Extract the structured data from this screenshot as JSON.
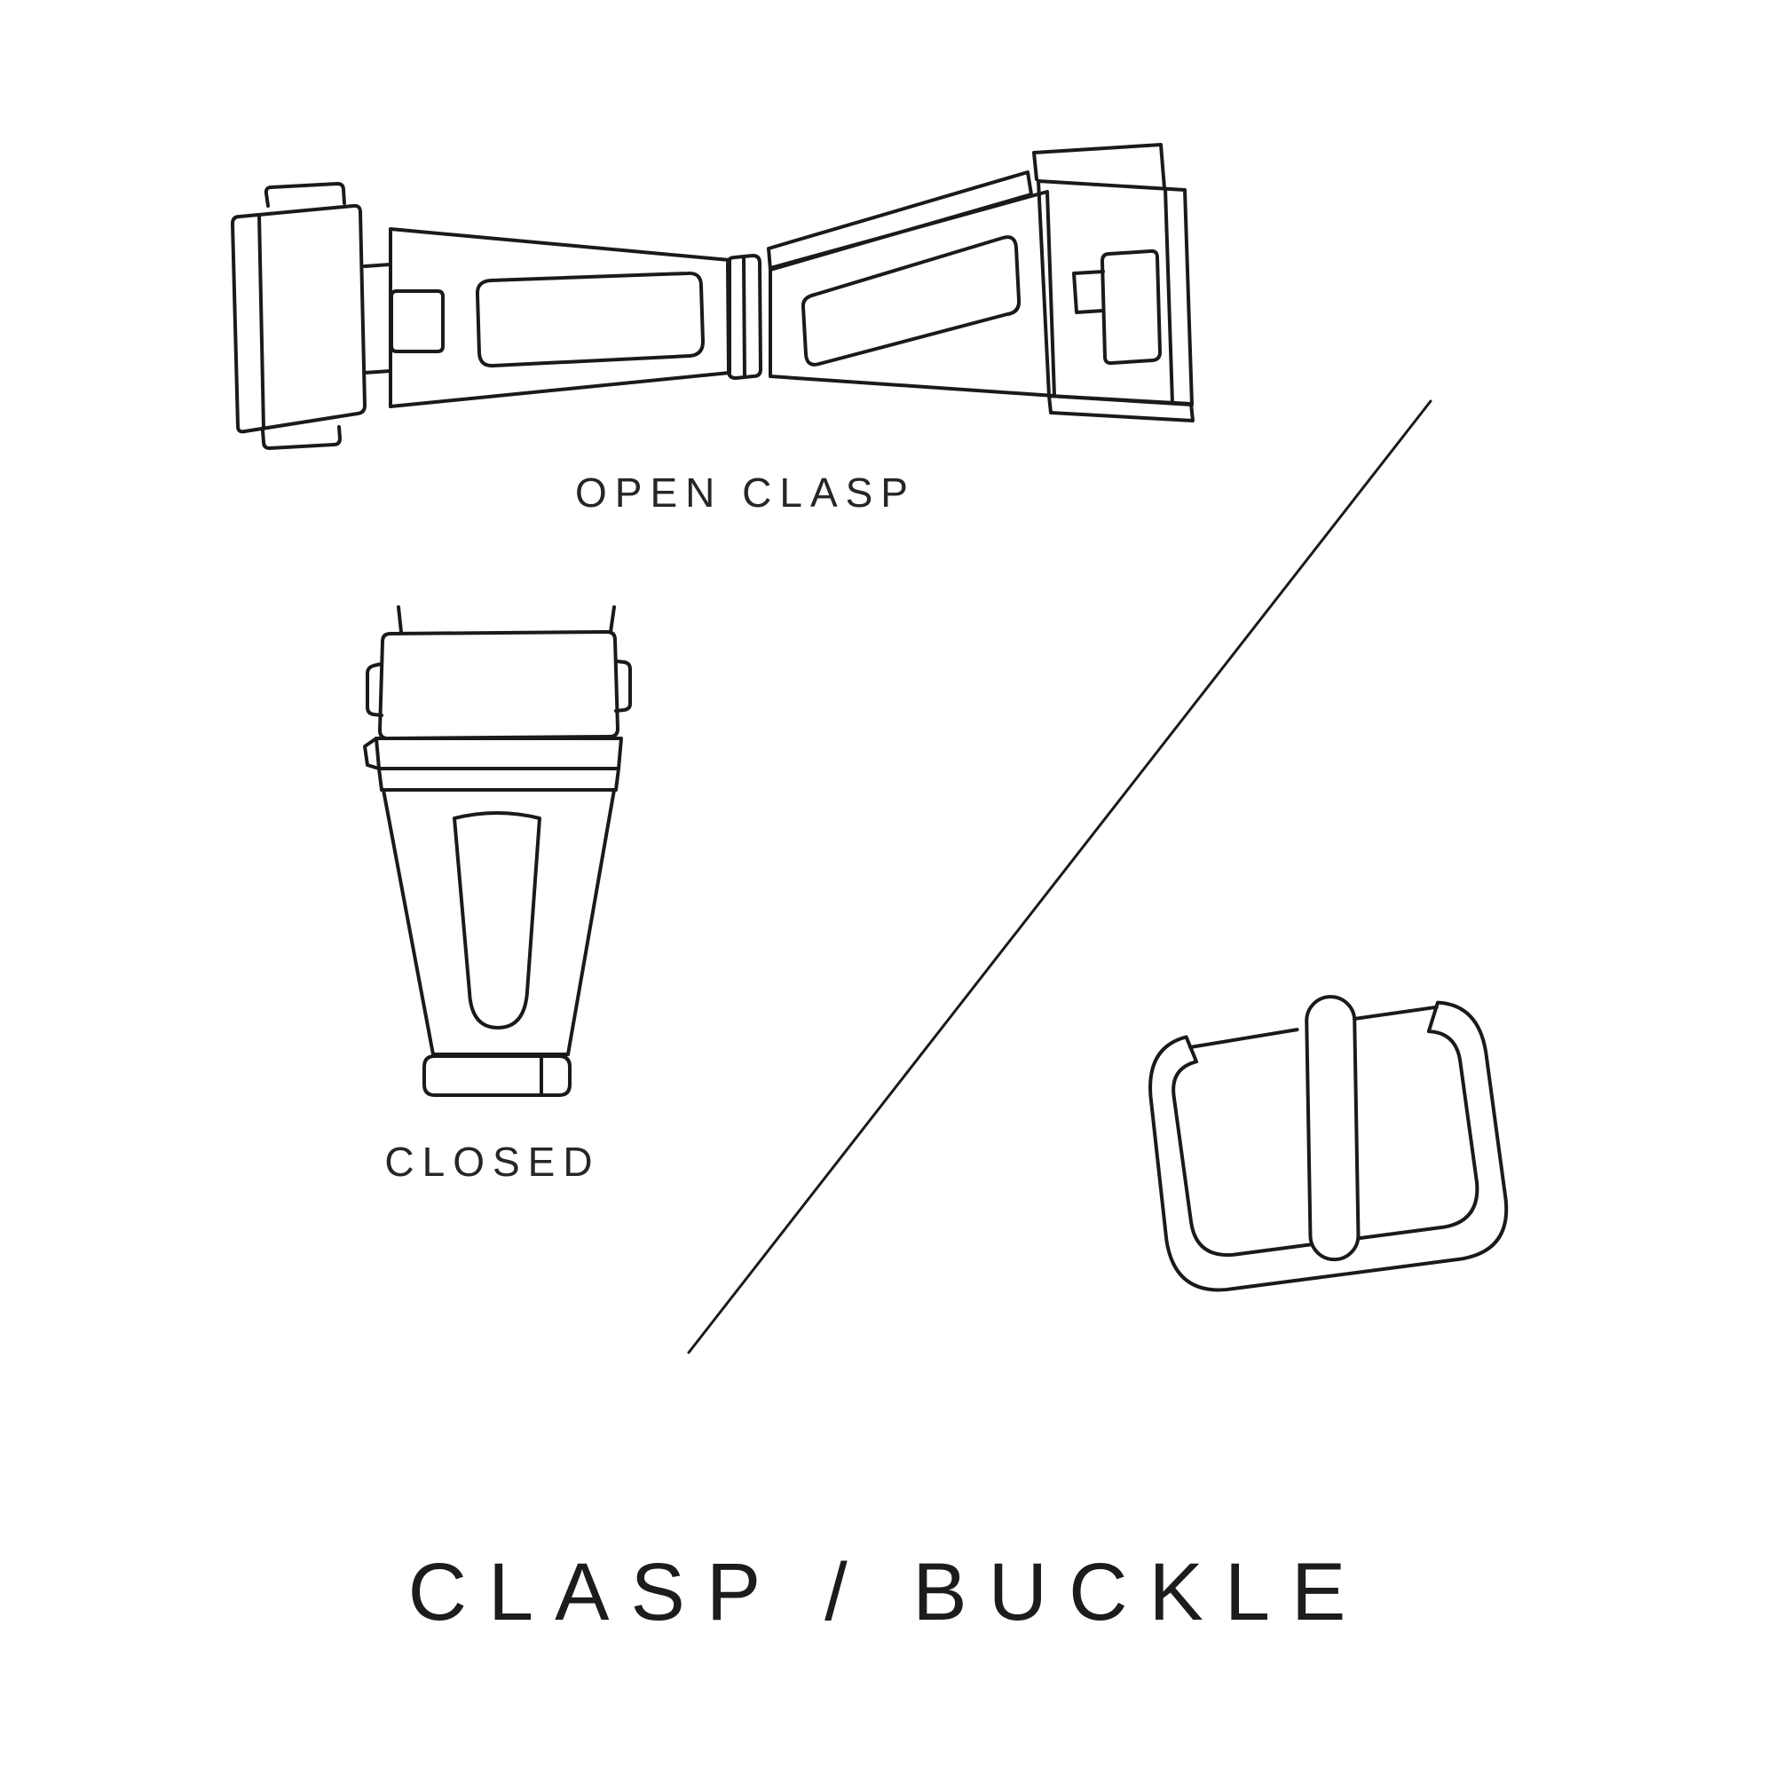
{
  "canvas": {
    "background": "#ffffff",
    "stroke_color": "#1a1a1a",
    "text_color": "#262626"
  },
  "figures": {
    "open_clasp": {
      "label": "OPEN CLASP"
    },
    "closed_clasp": {
      "label": "CLOSED"
    },
    "tang_buckle": {
      "label": ""
    }
  },
  "title": "CLASP / BUCKLE"
}
